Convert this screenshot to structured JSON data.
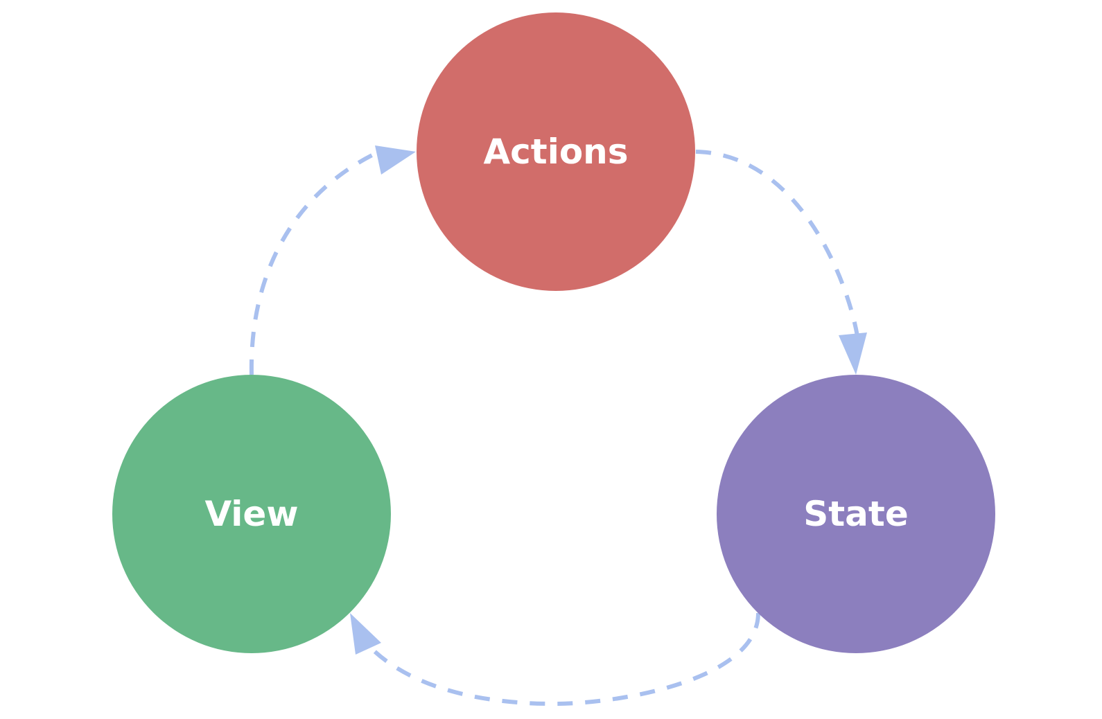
{
  "colors": {
    "background": "#ffffff",
    "arrow": "#a9c0ef"
  },
  "nodes": {
    "actions": {
      "label": "Actions",
      "color": "#d16d6a"
    },
    "state": {
      "label": "State",
      "color": "#8c7fbe"
    },
    "view": {
      "label": "View",
      "color": "#67b888"
    }
  },
  "edges": [
    {
      "from": "view",
      "to": "actions"
    },
    {
      "from": "actions",
      "to": "state"
    },
    {
      "from": "state",
      "to": "view"
    }
  ]
}
